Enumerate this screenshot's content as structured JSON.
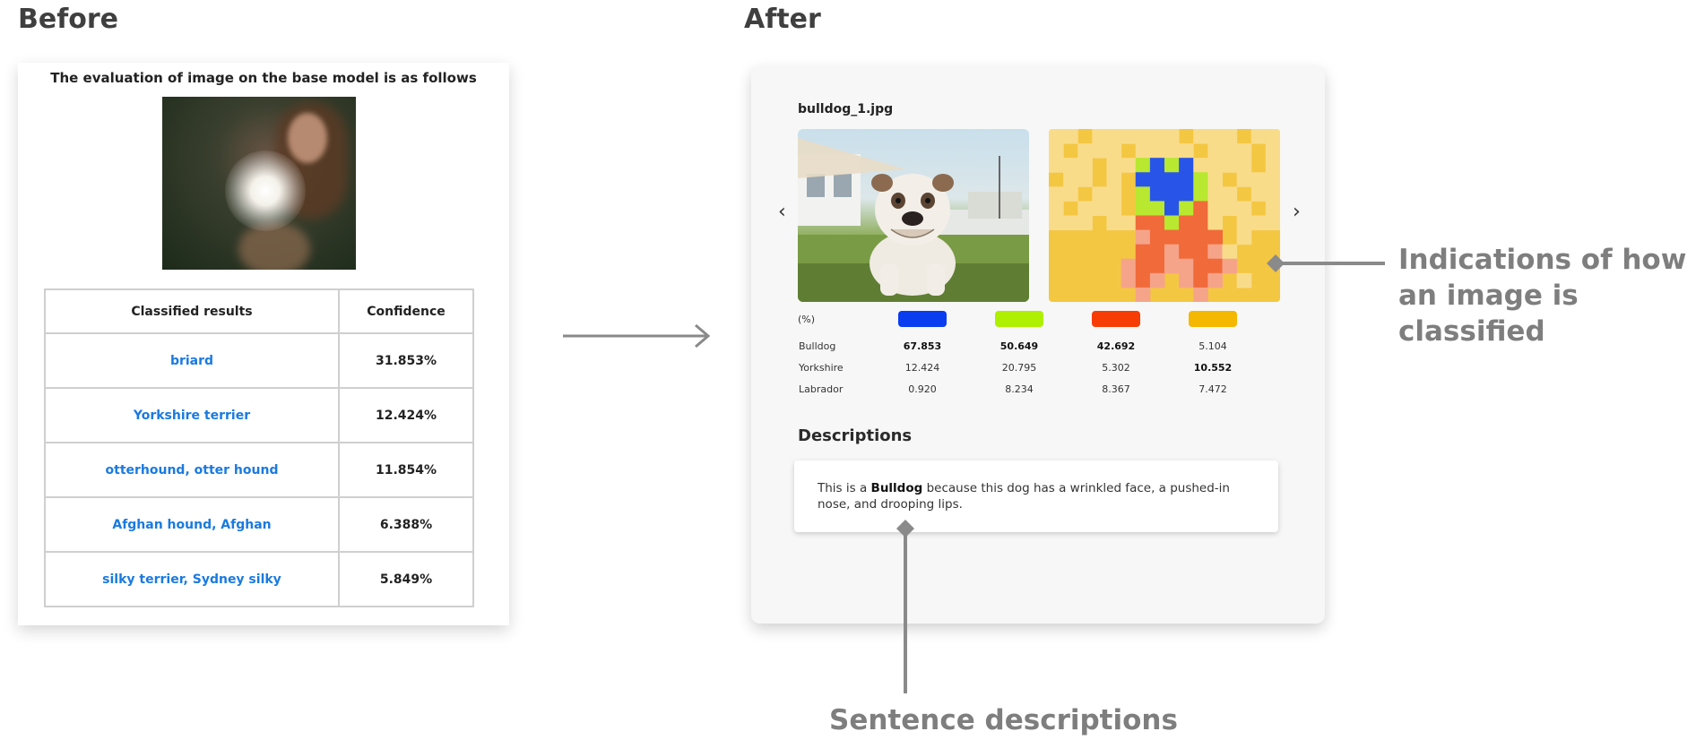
{
  "before": {
    "title": "Before",
    "heading": "The evaluation of image on the base model is as follows",
    "table": {
      "headers": [
        "Classified results",
        "Confidence"
      ],
      "rows": [
        {
          "label": "briard",
          "confidence": "31.853%"
        },
        {
          "label": "Yorkshire terrier",
          "confidence": "12.424%"
        },
        {
          "label": "otterhound, otter hound",
          "confidence": "11.854%"
        },
        {
          "label": "Afghan hound, Afghan",
          "confidence": "6.388%"
        },
        {
          "label": "silky terrier, Sydney silky",
          "confidence": "5.849%"
        }
      ]
    }
  },
  "after": {
    "title": "After",
    "file_name": "bulldog_1.jpg",
    "nav": {
      "prev": "‹",
      "next": "›"
    },
    "percent_label": "(%)",
    "legend_colors": [
      "#0a3cf0",
      "#aef000",
      "#f73c05",
      "#f4b800"
    ],
    "heatmap_palette": {
      "background": "#f4c742",
      "light": "#f8dc8a",
      "blue": "#2855e8",
      "green": "#b8e830",
      "red": "#f06a3a",
      "pink": "#f5a48a"
    },
    "scores": [
      {
        "label": "Bulldog",
        "values": [
          "67.853",
          "50.649",
          "42.692",
          "5.104"
        ]
      },
      {
        "label": "Yorkshire",
        "values": [
          "12.424",
          "20.795",
          "5.302",
          "10.552"
        ]
      },
      {
        "label": "Labrador",
        "values": [
          "0.920",
          "8.234",
          "8.367",
          "7.472"
        ]
      }
    ],
    "descriptions_title": "Descriptions",
    "description": {
      "prefix": "This is a ",
      "bold": "Bulldog",
      "suffix": " because this dog has a wrinkled face, a pushed-in nose, and drooping lips."
    }
  },
  "annotations": {
    "right_line1": "Indications of how",
    "right_line2": "an image is classified",
    "bottom": "Sentence descriptions"
  },
  "colors": {
    "annotation": "#7e7e7e",
    "link_blue": "#1a7ae0",
    "arrow": "#8a8a8a"
  }
}
